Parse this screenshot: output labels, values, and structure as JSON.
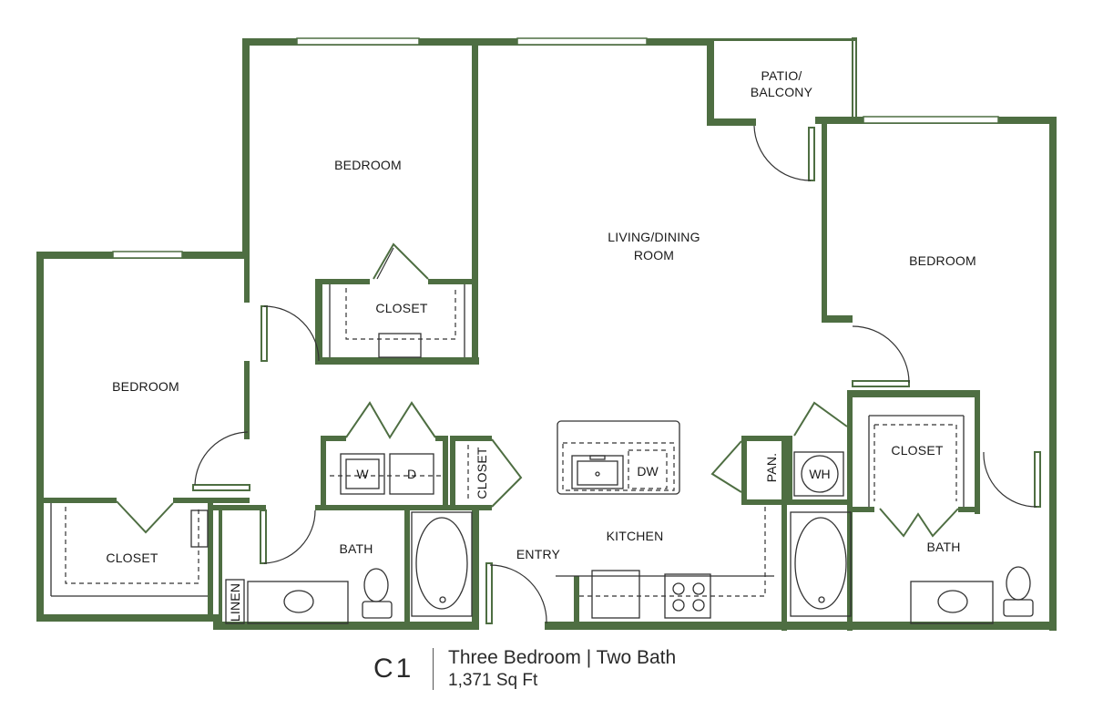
{
  "rooms": {
    "bedroom_top": "BEDROOM",
    "bedroom_left": "BEDROOM",
    "bedroom_right": "BEDROOM",
    "living_dining_line1": "LIVING/DINING",
    "living_dining_line2": "ROOM",
    "patio_line1": "PATIO/",
    "patio_line2": "BALCONY",
    "closet_top": "CLOSET",
    "closet_left": "CLOSET",
    "closet_right": "CLOSET",
    "closet_small": "CLOSET",
    "bath_left": "BATH",
    "bath_right": "BATH",
    "entry": "ENTRY",
    "kitchen": "KITCHEN",
    "linen": "LINEN",
    "pantry": "PAN."
  },
  "fixtures": {
    "washer": "W",
    "dryer": "D",
    "dishwasher": "DW",
    "water_heater": "WH"
  },
  "caption": {
    "plan_code": "C1",
    "line1": "Three Bedroom | Two Bath",
    "line2": "1,371 Sq Ft"
  },
  "colors": {
    "wall": "#4e6e42",
    "fixture": "#333333"
  }
}
